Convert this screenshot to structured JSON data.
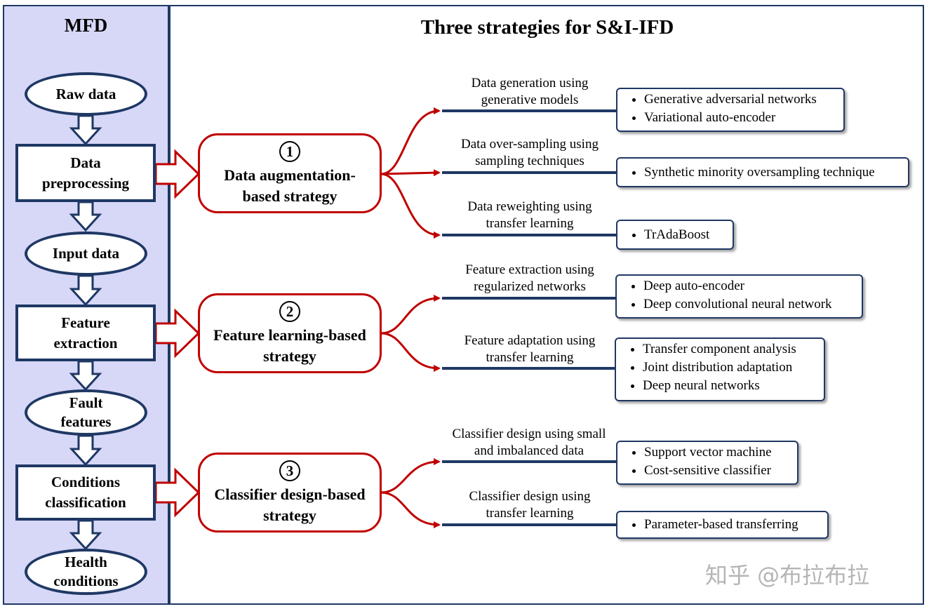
{
  "mfd": {
    "title": "MFD",
    "steps": [
      {
        "label": "Raw data",
        "shape": "ellipse"
      },
      {
        "label": "Data\npreprocessing",
        "shape": "rect"
      },
      {
        "label": "Input data",
        "shape": "ellipse"
      },
      {
        "label": "Feature\nextraction",
        "shape": "rect"
      },
      {
        "label": "Fault\nfeatures",
        "shape": "ellipse"
      },
      {
        "label": "Conditions\nclassification",
        "shape": "rect"
      },
      {
        "label": "Health\nconditions",
        "shape": "ellipse"
      }
    ]
  },
  "main_title": "Three strategies for S&I-IFD",
  "strategies": [
    {
      "number": "1",
      "label": "Data augmentation-\nbased strategy",
      "branches": [
        {
          "label": "Data generation using\ngenerative models",
          "items": [
            "Generative adversarial networks",
            "Variational auto-encoder"
          ]
        },
        {
          "label": "Data over-sampling using\nsampling techniques",
          "items": [
            "Synthetic minority oversampling technique"
          ]
        },
        {
          "label": "Data reweighting using\ntransfer learning",
          "items": [
            "TrAdaBoost"
          ]
        }
      ]
    },
    {
      "number": "2",
      "label": "Feature learning-based\nstrategy",
      "branches": [
        {
          "label": "Feature extraction using\nregularized networks",
          "items": [
            "Deep auto-encoder",
            "Deep convolutional neural network"
          ]
        },
        {
          "label": "Feature adaptation using\ntransfer learning",
          "items": [
            "Transfer component analysis",
            "Joint distribution adaptation",
            "Deep neural networks"
          ]
        }
      ]
    },
    {
      "number": "3",
      "label": "Classifier design-based\nstrategy",
      "branches": [
        {
          "label": "Classifier design using small\nand imbalanced data",
          "items": [
            "Support vector machine",
            "Cost-sensitive classifier"
          ]
        },
        {
          "label": "Classifier design using\ntransfer learning",
          "items": [
            "Parameter-based transferring"
          ]
        }
      ]
    }
  ],
  "watermark": "知乎 @布拉布拉",
  "colors": {
    "navy": "#1f3864",
    "red": "#c00000",
    "panel": "#d7d7f7"
  }
}
